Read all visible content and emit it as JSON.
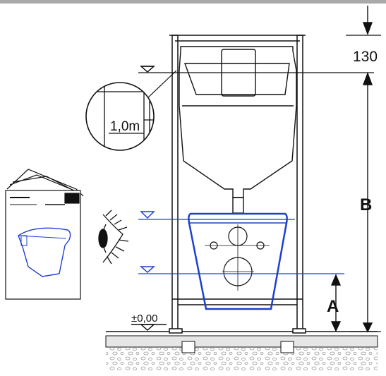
{
  "dimensions": {
    "top_offset": "130",
    "height_label": "B",
    "floor_height_label": "A",
    "zero_level": "±0,00"
  },
  "detail_callout": {
    "height": "1,0m"
  },
  "colors": {
    "line": "#111111",
    "toilet_outline": "#1f3fd0",
    "top_bar": "#a9a9a9",
    "floor_fill": "#e6e6e6"
  },
  "icons": {
    "manual": "instruction-manual-icon",
    "eye": "eye-icon",
    "level": "level-marker-icon"
  }
}
